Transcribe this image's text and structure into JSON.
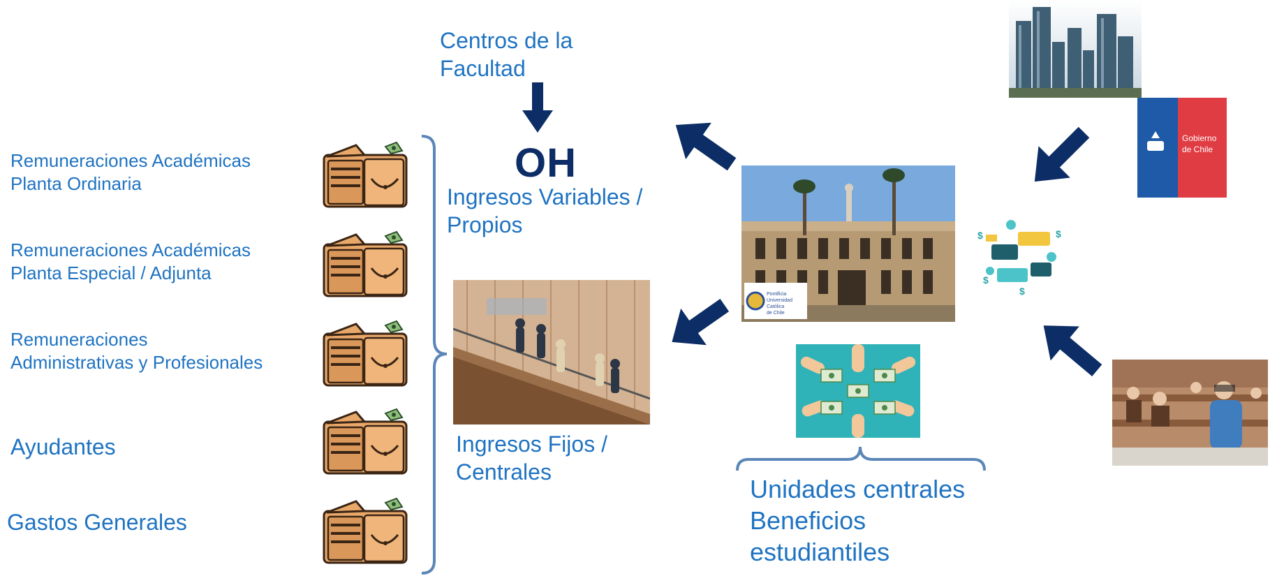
{
  "top_label": {
    "line1": "Centros de la",
    "line2": "Facultad"
  },
  "center_label": "OH",
  "variable_income": {
    "line1": "Ingresos Variables /",
    "line2": "Propios"
  },
  "fixed_income": {
    "line1": "Ingresos Fijos /",
    "line2": "Centrales"
  },
  "central_units": {
    "line1": "Unidades centrales",
    "line2": "Beneficios",
    "line3": "estudiantiles"
  },
  "expense_items": [
    {
      "line1": "Remuneraciones Académicas",
      "line2": "Planta Ordinaria"
    },
    {
      "line1": "Remuneraciones Académicas",
      "line2": "Planta Especial / Adjunta"
    },
    {
      "line1": "Remuneraciones",
      "line2": "Administrativas y Profesionales"
    },
    {
      "line1": "Ayudantes",
      "line2": ""
    },
    {
      "line1": "Gastos Generales",
      "line2": ""
    }
  ],
  "university_logo": {
    "line1": "Pontificia",
    "line2": "Universidad",
    "line3": "Católica",
    "line4": "de Chile"
  },
  "government_logo": {
    "line1": "Gobierno",
    "line2": "de Chile"
  },
  "colors": {
    "label_blue": "#1f73c2",
    "arrow_navy": "#0c2d66",
    "brace_blue": "#5b86b8",
    "gov_blue": "#1e5aa8",
    "gov_red": "#e03c43"
  },
  "icons": [
    "wallet-icon",
    "building-photo",
    "skyline-photo",
    "payments-icon",
    "students-photo",
    "staircase-photo",
    "hands-money-icon"
  ]
}
